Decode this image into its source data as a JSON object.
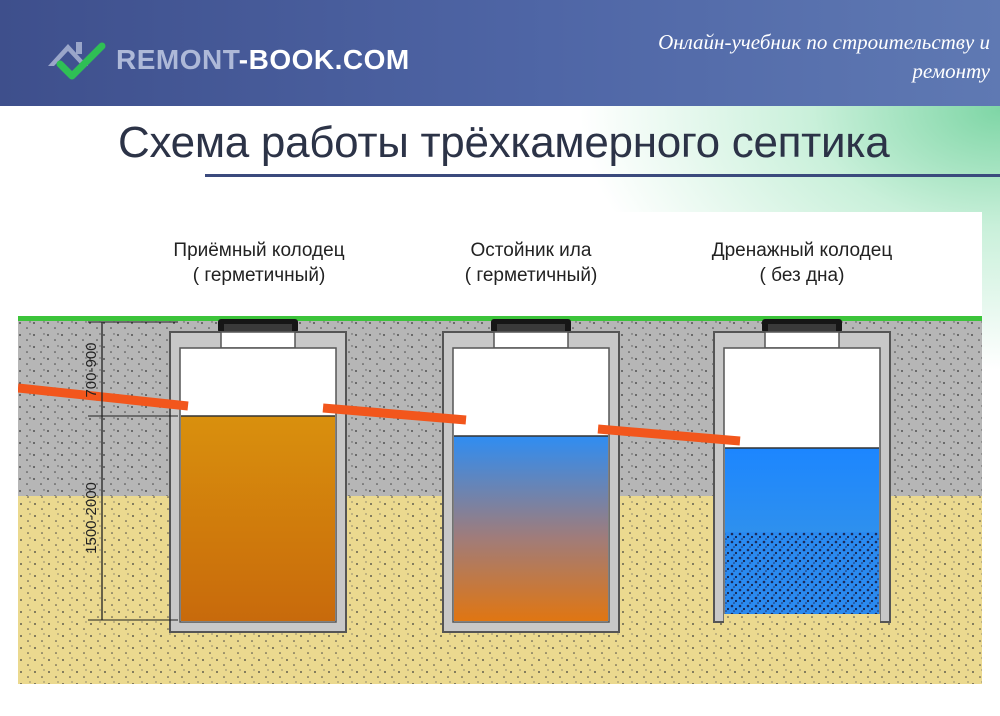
{
  "header": {
    "brand_part1": "REMONT",
    "brand_part2": "-BOOK.COM",
    "tagline_line1": "Онлайн-учебник по строительству и",
    "tagline_line2": "ремонту"
  },
  "title": "Схема работы трёхкамерного септика",
  "chambers": [
    {
      "name_line1": "Приёмный колодец",
      "name_line2": "( герметичный)"
    },
    {
      "name_line1": "Остойник ила",
      "name_line2": "( герметичный)"
    },
    {
      "name_line1": "Дренажный колодец",
      "name_line2": "( без дна)"
    }
  ],
  "dimensions": {
    "top": "700-900",
    "bottom": "1500-2000"
  },
  "colors": {
    "header": "#4a5c9c",
    "grass": "#3cc43a",
    "soil_top": "#b5b5b5",
    "sand": "#ead98c",
    "pipe": "#f2561c",
    "sludge": "#d4870c",
    "water": "#2e8bf0"
  }
}
